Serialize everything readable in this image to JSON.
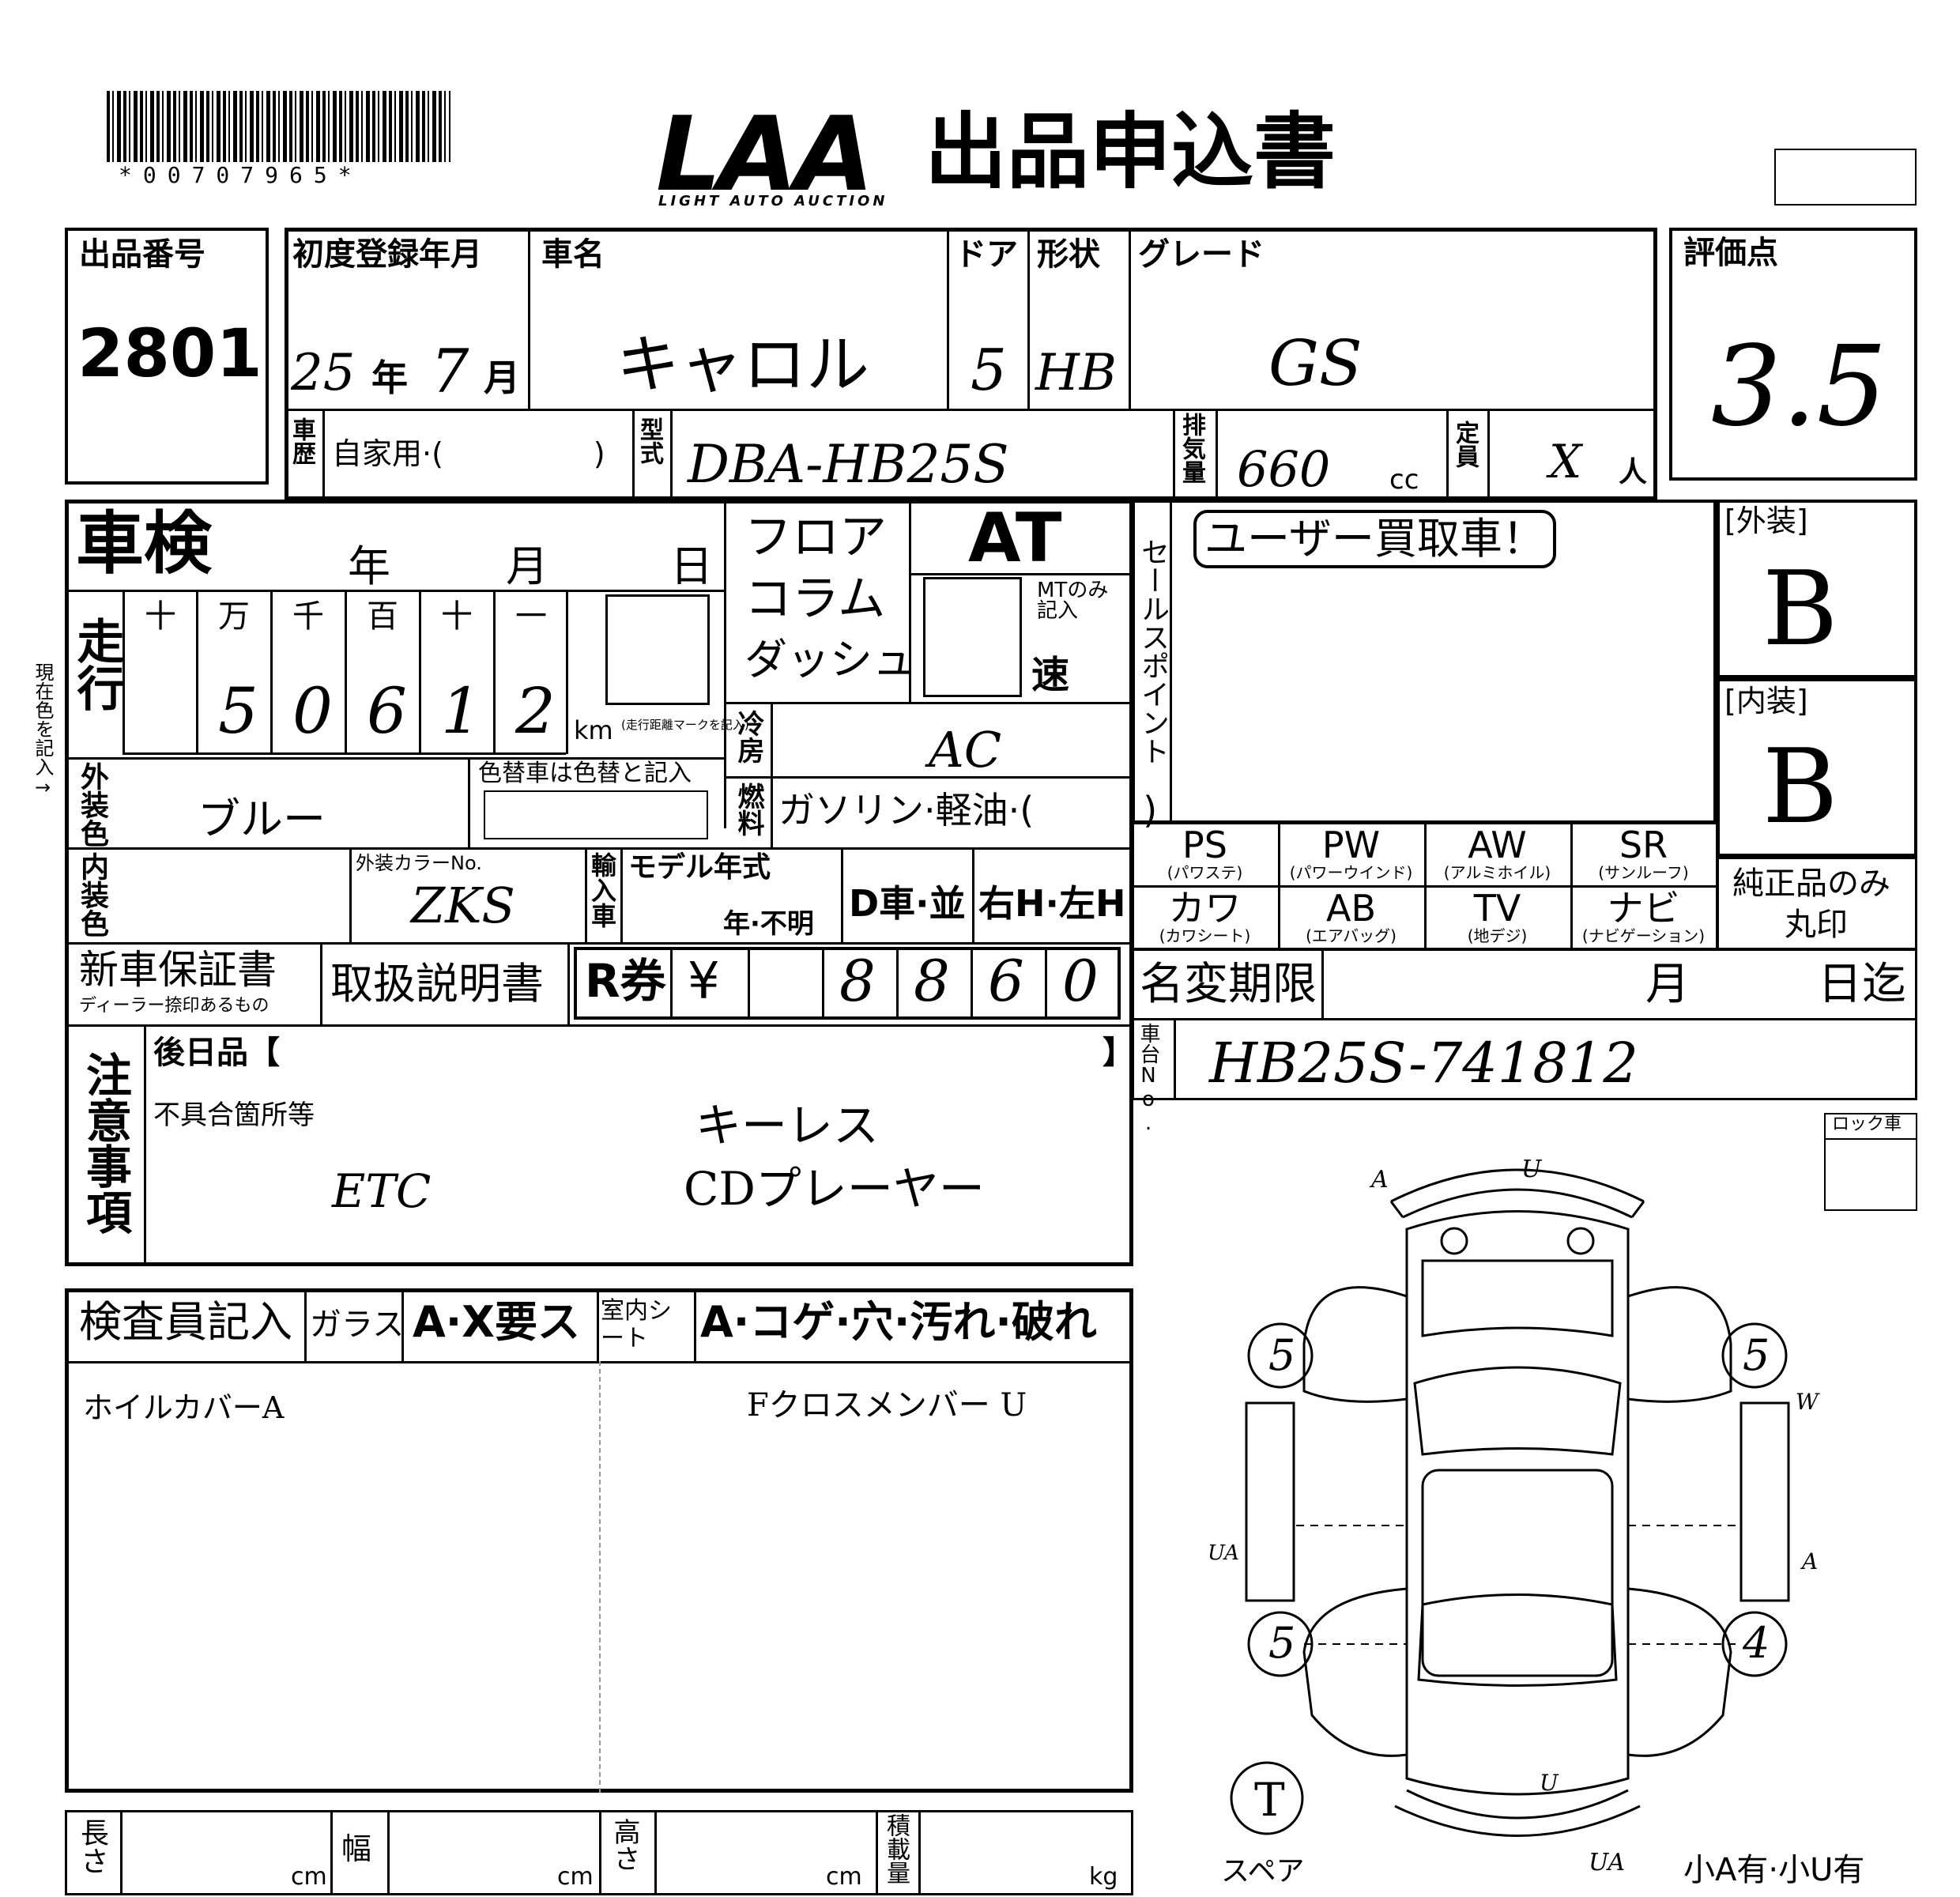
{
  "header": {
    "barcode_text": "*00707965*",
    "logo": "LAA",
    "logo_sub": "LIGHT AUTO AUCTION",
    "title": "出品申込書"
  },
  "lot": {
    "label": "出品番号",
    "value": "2801"
  },
  "registration": {
    "label": "初度登録年月",
    "year": "25",
    "year_unit": "年",
    "month": "7",
    "month_unit": "月"
  },
  "car_name": {
    "label": "車名",
    "value": "キャロル"
  },
  "doors": {
    "label": "ドア",
    "value": "5"
  },
  "body_type": {
    "label": "形状",
    "value": "HB"
  },
  "grade": {
    "label": "グレード",
    "value": "GS"
  },
  "score": {
    "label": "評価点",
    "value": "3.5"
  },
  "history": {
    "label": "車歴",
    "value": "自家用·(　　　　　)"
  },
  "model_code": {
    "label": "型式",
    "value": "DBA-HB25S"
  },
  "displacement": {
    "label": "排気量",
    "value": "660",
    "unit": "cc"
  },
  "capacity": {
    "label": "定員",
    "value": "X",
    "unit": "人"
  },
  "shaken": {
    "label": "車検",
    "year": "年",
    "month": "月",
    "day": "日"
  },
  "mileage": {
    "label": "走行",
    "units": [
      "十",
      "万",
      "千",
      "百",
      "十",
      "一"
    ],
    "digits": [
      "",
      "5",
      "0",
      "6",
      "1",
      "2"
    ],
    "unit": "km",
    "note": "(走行距離マークを記入)"
  },
  "color": {
    "label": "外装色",
    "value": "ブルー",
    "change_label": "色替車は色替と記入"
  },
  "interior_color": {
    "label": "内装色",
    "code_label": "外装カラーNo.",
    "code_value": "ZKS"
  },
  "import": {
    "label": "輸入車",
    "model_year_label": "モデル年式",
    "model_year_value": "年·不明",
    "dealer": "D車·並",
    "handle": "右H·左H"
  },
  "shift": {
    "options": [
      "フロア",
      "コラム",
      "ダッシュ"
    ],
    "at": "AT",
    "mt_label": "MTのみ記入",
    "speed": "速"
  },
  "ac": {
    "label": "冷房",
    "value": "AC"
  },
  "fuel": {
    "label": "燃料",
    "value": "ガソリン·軽油·(　　　)"
  },
  "sales_point": {
    "label": "セールスポイント",
    "stamp": "ユーザー買取車！"
  },
  "exterior": {
    "label": "[外装]",
    "value": "B"
  },
  "interior": {
    "label": "[内装]",
    "value": "B"
  },
  "equipment": [
    {
      "name": "PS",
      "sub": "(パワステ)"
    },
    {
      "name": "PW",
      "sub": "(パワーウインド)"
    },
    {
      "name": "AW",
      "sub": "(アルミホイル)"
    },
    {
      "name": "SR",
      "sub": "(サンルーフ)"
    },
    {
      "name": "カワ",
      "sub": "(カワシート)"
    },
    {
      "name": "AB",
      "sub": "(エアバッグ)"
    },
    {
      "name": "TV",
      "sub": "(地デジ)"
    },
    {
      "name": "ナビ",
      "sub": "(ナビゲーション)"
    }
  ],
  "genuine": {
    "line1": "純正品のみ",
    "line2": "丸印"
  },
  "warranty": {
    "label": "新車保証書",
    "sub": "ディーラー捺印あるもの"
  },
  "manual": {
    "label": "取扱説明書"
  },
  "recycle": {
    "label": "R券",
    "yen": "¥",
    "digits": [
      "",
      "",
      "8",
      "8",
      "6",
      "0"
    ]
  },
  "name_change": {
    "label": "名変期限",
    "month": "月",
    "day": "日迄"
  },
  "chassis": {
    "label": "車台No.",
    "value": "HB25S-741812"
  },
  "notes": {
    "label": "注意事項",
    "later_label": "後日品【",
    "bracket_close": "】",
    "defect_label": "不具合箇所等",
    "lines": [
      "キーレス",
      "ETC",
      "CDプレーヤー"
    ]
  },
  "inspector": {
    "label": "検査員記入",
    "glass_label": "ガラス",
    "glass_options": "A·X要ス",
    "seat_label": "室内シート",
    "seat_options": "A·コゲ·穴·汚れ·破れ",
    "comment1": "ホイルカバーA",
    "comment2": "Fクロスメンバー U"
  },
  "dims": {
    "length": "長さ",
    "width": "幅",
    "height": "高さ",
    "load": "積載量",
    "cm": "cm",
    "kg": "kg"
  },
  "diagram": {
    "lock_label": "ロック車",
    "spare_label": "スペア",
    "small_dent": "小A有·小U有",
    "tire_fl": "5",
    "tire_fr": "5",
    "tire_rl": "5",
    "tire_rr": "4",
    "spare": "T",
    "marks": {
      "front": "A",
      "front2": "U",
      "rear_left": "UA",
      "rear_right": "A",
      "right_side": "W",
      "bottom": "UA",
      "bottom2": "U"
    }
  }
}
